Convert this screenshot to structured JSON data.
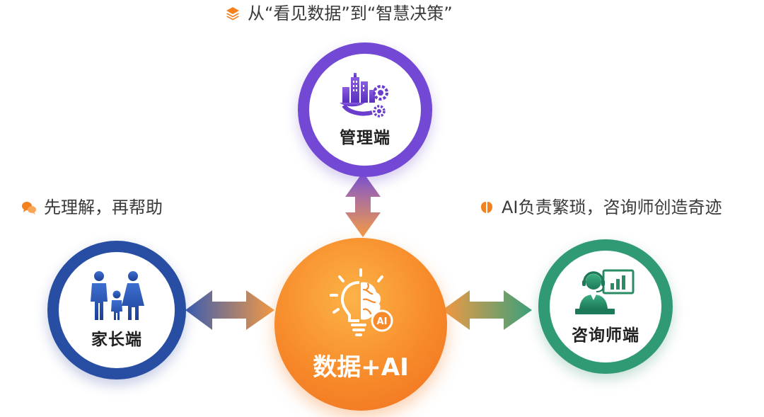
{
  "captions": {
    "top": "从“看见数据”到“智慧决策”",
    "left": "先理解，再帮助",
    "right": "AI负责繁琐，咨询师创造奇迹"
  },
  "nodes": {
    "admin": {
      "label": "管理端",
      "icon": "city-gear-icon"
    },
    "parent": {
      "label": "家长端",
      "icon": "family-icon"
    },
    "counselor": {
      "label": "咨询师端",
      "icon": "counselor-headset-icon"
    },
    "center": {
      "label": "数据+AI",
      "icon": "ai-brain-bulb-icon",
      "badge": "AI"
    }
  },
  "colors": {
    "admin": "#7248d4",
    "parent": "#284ea4",
    "counselor": "#2f9a74",
    "center": "#f78a2a",
    "caption_icon": "#f5801e"
  }
}
